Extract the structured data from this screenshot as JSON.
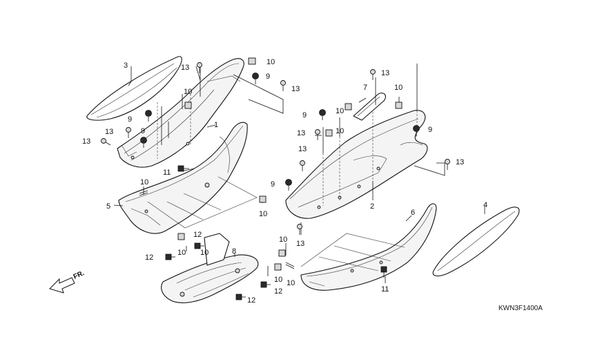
{
  "diagram_code": "KWN3F1400A",
  "direction_label": "FR.",
  "callouts": {
    "c1": "1",
    "c2": "2",
    "c3": "3",
    "c4": "4",
    "c5": "5",
    "c6": "6",
    "c7": "7",
    "c8": "8",
    "c9a": "9",
    "c9b": "9",
    "c9c": "9",
    "c9d": "9",
    "c9e": "9",
    "c9f": "9",
    "c10a": "10",
    "c10b": "10",
    "c10c": "10",
    "c10d": "10",
    "c10e": "10",
    "c10f": "10",
    "c10g": "10",
    "c10h": "10",
    "c10i": "10",
    "c10j": "10",
    "c10k": "10",
    "c10l": "10",
    "c11a": "11",
    "c11b": "11",
    "c12a": "12",
    "c12b": "12",
    "c12c": "12",
    "c12d": "12",
    "c13a": "13",
    "c13b": "13",
    "c13c": "13",
    "c13d": "13",
    "c13e": "13",
    "c13f": "13",
    "c13g": "13",
    "c13h": "13",
    "c13i": "13"
  }
}
